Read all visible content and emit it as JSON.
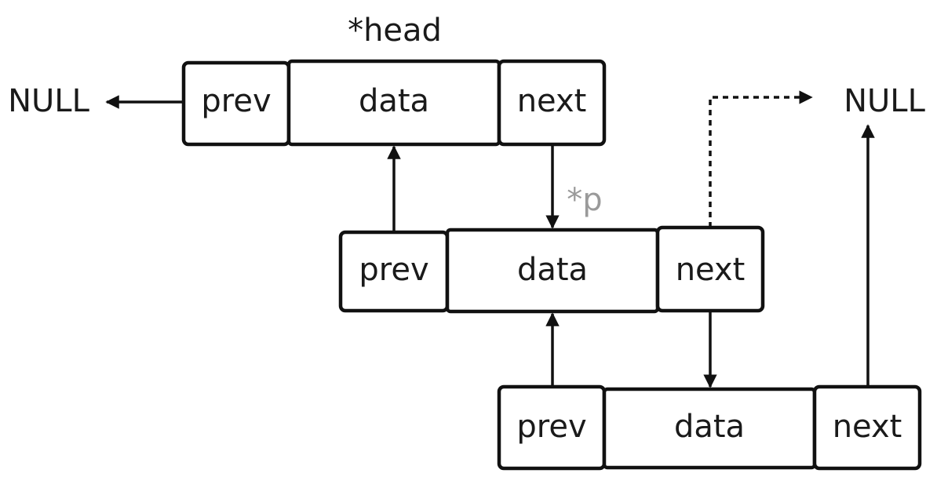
{
  "diagram": {
    "head_pointer_label": "*head",
    "current_pointer_label": "*p",
    "colors": {
      "line": "#111111",
      "pointer_accent": "#9a9a9a",
      "background": "#ffffff"
    },
    "null_left": "NULL",
    "null_right": "NULL",
    "nodes": [
      {
        "prev": "prev",
        "data": "data",
        "next": "next"
      },
      {
        "prev": "prev",
        "data": "data",
        "next": "next"
      },
      {
        "prev": "prev",
        "data": "data",
        "next": "next"
      }
    ]
  }
}
